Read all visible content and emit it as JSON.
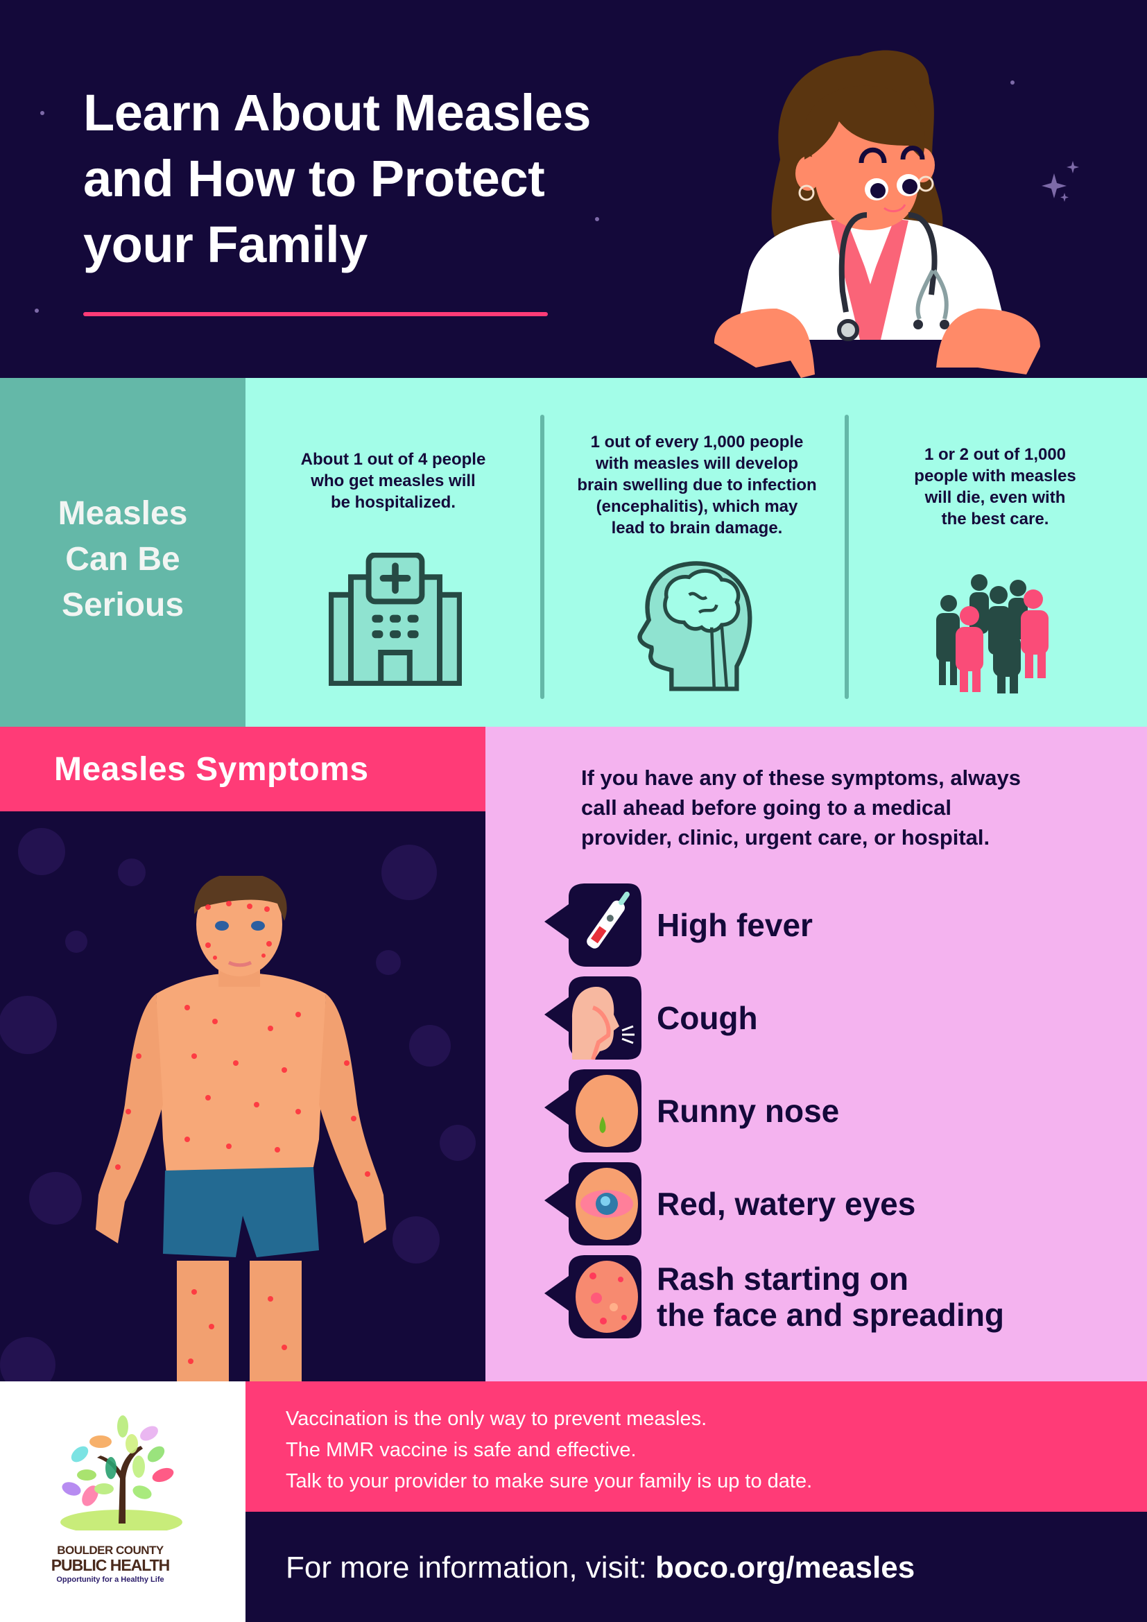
{
  "header": {
    "title_lines": [
      "Learn About Measles",
      "and How to Protect",
      "your Family"
    ],
    "colors": {
      "background": "#14093a",
      "accent": "#ff3b77"
    },
    "illustration": "doctor-with-stethoscope"
  },
  "serious": {
    "heading_lines": [
      "Measles",
      "Can Be",
      "Serious"
    ],
    "colors": {
      "sidebar": "#64b8a8",
      "panel": "#a3fde8",
      "icon": "#264a44"
    },
    "stats": [
      {
        "lines": [
          "About 1 out of 4 people",
          "who get measles will",
          "be hospitalized."
        ],
        "icon": "hospital-icon"
      },
      {
        "lines": [
          "1 out of every 1,000 people",
          "with measles will develop",
          "brain swelling due to infection",
          "(encephalitis), which may",
          "lead to brain damage."
        ],
        "icon": "brain-head-icon"
      },
      {
        "lines": [
          "1 or 2 out of 1,000",
          "people with measles",
          "will die, even with",
          "the best care."
        ],
        "icon": "people-group-icon"
      }
    ]
  },
  "symptoms": {
    "heading": "Measles Symptoms",
    "intro_lines": [
      "If you have any of these symptoms, always",
      "call ahead before going to a medical",
      "provider, clinic, urgent care, or hospital."
    ],
    "colors": {
      "header": "#ff3b77",
      "panel": "#f4b3ef",
      "dark": "#14093a"
    },
    "illustration": "child-with-measles-rash",
    "items": [
      {
        "lines": [
          "High fever"
        ],
        "icon": "thermometer-icon"
      },
      {
        "lines": [
          "Cough"
        ],
        "icon": "cough-icon"
      },
      {
        "lines": [
          "Runny nose"
        ],
        "icon": "runny-nose-icon"
      },
      {
        "lines": [
          "Red, watery eyes"
        ],
        "icon": "red-eye-icon"
      },
      {
        "lines": [
          "Rash starting on",
          "the face and spreading"
        ],
        "icon": "rash-icon"
      }
    ]
  },
  "footer": {
    "logo": {
      "name_line1": "BOULDER COUNTY",
      "name_line2": "PUBLIC HEALTH",
      "tagline": "Opportunity for a Healthy Life"
    },
    "vaccination_lines": [
      "Vaccination is the only way to prevent measles.",
      "The MMR vaccine is safe and effective.",
      "Talk to your provider to make sure your family is up to date."
    ],
    "info_prefix": "For more information, visit: ",
    "info_link": "boco.org/measles"
  }
}
